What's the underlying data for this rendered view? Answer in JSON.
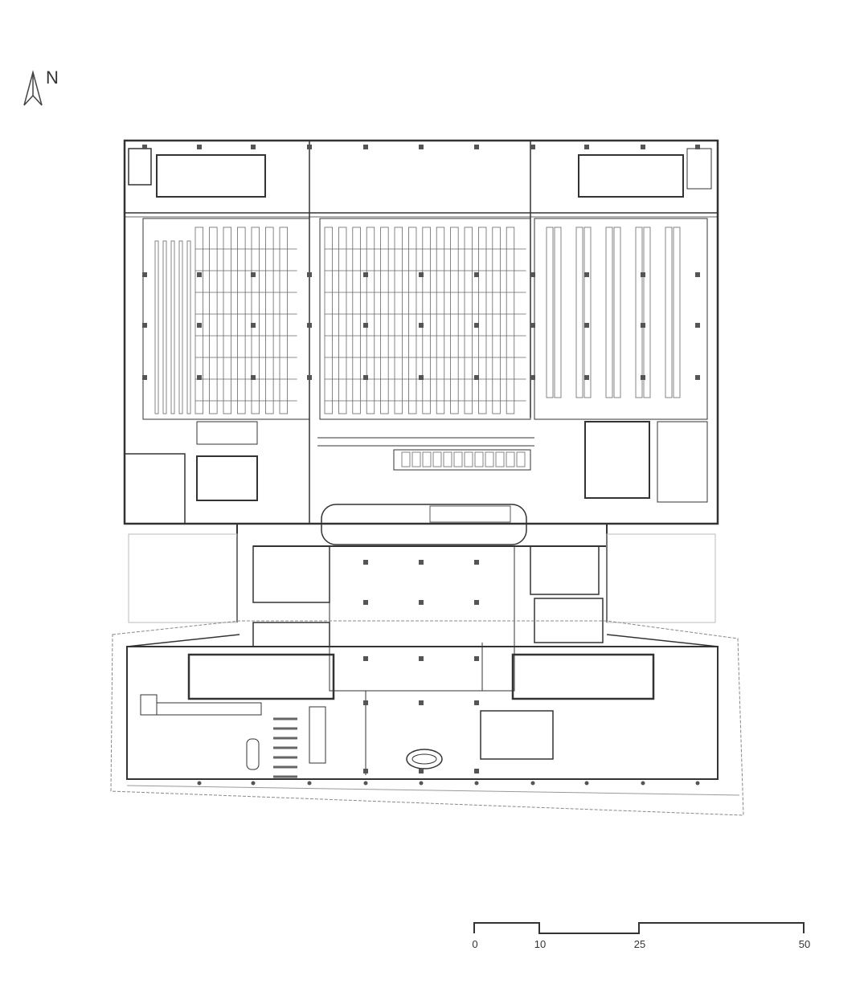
{
  "north_arrow": {
    "label": "N"
  },
  "scale_bar": {
    "labels": [
      "0",
      "10",
      "25",
      "50"
    ],
    "values": [
      0,
      10,
      25,
      50
    ]
  },
  "colors": {
    "wall": "#333333",
    "thin": "#777777",
    "light": "#bbbbbb",
    "column": "#555555"
  }
}
